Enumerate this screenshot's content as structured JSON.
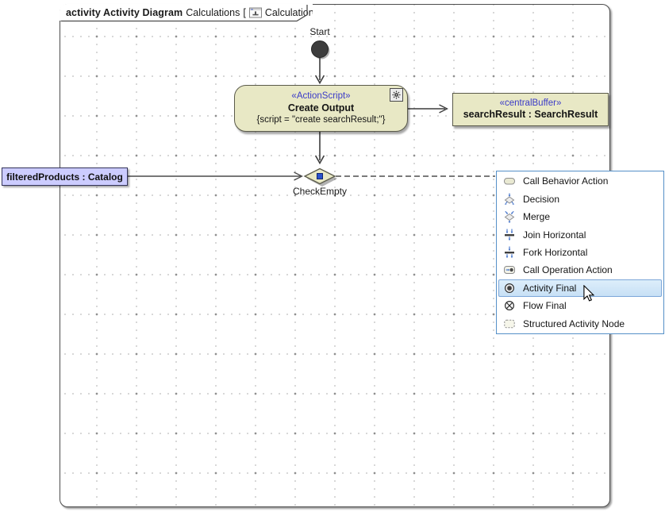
{
  "frame": {
    "keyword_and_type": "activity Activity Diagram",
    "diagram_name": "Calculations",
    "bracket_open": "[",
    "ref_name": "Calculations",
    "bracket_close": "]"
  },
  "diagram": {
    "start_label": "Start",
    "action": {
      "stereotype": "«ActionScript»",
      "name": "Create Output",
      "body": "{script = \"create searchResult;\"}"
    },
    "central_buffer": {
      "stereotype": "«centralBuffer»",
      "name": "searchResult : SearchResult"
    },
    "object_node_label": "filteredProducts : Catalog",
    "decision_label": "CheckEmpty"
  },
  "popup": {
    "items": [
      {
        "label": "Call Behavior Action",
        "icon": "call-behavior-action-icon",
        "highlighted": false
      },
      {
        "label": "Decision",
        "icon": "decision-icon",
        "highlighted": false
      },
      {
        "label": "Merge",
        "icon": "merge-icon",
        "highlighted": false
      },
      {
        "label": "Join Horizontal",
        "icon": "join-horizontal-icon",
        "highlighted": false
      },
      {
        "label": "Fork Horizontal",
        "icon": "fork-horizontal-icon",
        "highlighted": false
      },
      {
        "label": "Call Operation Action",
        "icon": "call-operation-action-icon",
        "highlighted": false
      },
      {
        "label": "Activity Final",
        "icon": "activity-final-icon",
        "highlighted": true
      },
      {
        "label": "Flow Final",
        "icon": "flow-final-icon",
        "highlighted": false
      },
      {
        "label": "Structured Activity Node",
        "icon": "structured-activity-node-icon",
        "highlighted": false
      }
    ]
  },
  "colors": {
    "node_fill": "#e8e8c5",
    "node_border": "#5a5a4a",
    "stereotype_text": "#3a3ac8",
    "object_label_fill": "#ccccff",
    "popup_border": "#5590c8",
    "popup_highlight_fill": "#cfe4f7",
    "popup_highlight_border": "#7da7d9",
    "handle_blue": "#2a52cc"
  }
}
